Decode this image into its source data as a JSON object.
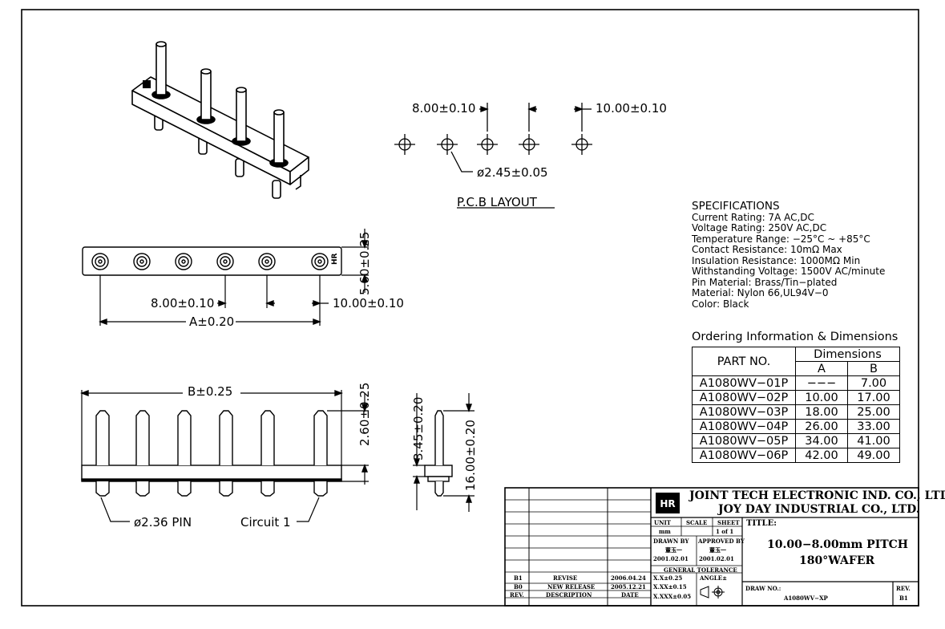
{
  "pcb_layout": {
    "title": "P.C.B LAYOUT",
    "dim_pitch_8": "8.00±0.10",
    "dim_pitch_10": "10.00±0.10",
    "dim_hole": "ø2.45±0.05"
  },
  "top_view": {
    "dim_pitch_8": "8.00±0.10",
    "dim_pitch_10": "10.00±0.10",
    "dim_a": "A±0.20",
    "dim_height": "5.60±0.25",
    "marking": "HR"
  },
  "front_view": {
    "dim_b": "B±0.25",
    "dim_top": "2.60±0.25",
    "dim_pin": "ø2.36 PIN",
    "circuit_label": "Circuit 1"
  },
  "side_view": {
    "dim_345": "3.45±0.20",
    "dim_1600": "16.00±0.20"
  },
  "specifications": {
    "title": "SPECIFICATIONS",
    "lines": [
      "Current Rating: 7A AC,DC",
      "Voltage Rating: 250V AC,DC",
      "Temperature Range: −25°C ~ +85°C",
      "Contact Resistance: 10mΩ Max",
      "Insulation Resistance: 1000MΩ Min",
      "Withstanding Voltage: 1500V AC/minute",
      "Pin Material: Brass/Tin−plated",
      "Material: Nylon 66,UL94V−0",
      "Color: Black"
    ]
  },
  "ordering": {
    "title": "Ordering Information & Dimensions",
    "col_part": "PART NO.",
    "col_dims": "Dimensions",
    "col_a": "A",
    "col_b": "B",
    "rows": [
      {
        "part": "A1080WV−01P",
        "a": "−−−",
        "b": "7.00"
      },
      {
        "part": "A1080WV−02P",
        "a": "10.00",
        "b": "17.00"
      },
      {
        "part": "A1080WV−03P",
        "a": "18.00",
        "b": "25.00"
      },
      {
        "part": "A1080WV−04P",
        "a": "26.00",
        "b": "33.00"
      },
      {
        "part": "A1080WV−05P",
        "a": "34.00",
        "b": "41.00"
      },
      {
        "part": "A1080WV−06P",
        "a": "42.00",
        "b": "49.00"
      }
    ]
  },
  "title_block": {
    "company1": "JOINT TECH ELECTRONIC IND. CO., LTD.",
    "company2": "JOY DAY INDUSTRIAL CO., LTD.",
    "unit_label": "UNIT",
    "unit_value": "mm",
    "scale_label": "SCALE",
    "sheet_label": "SHEET",
    "sheet_value": "1 of 1",
    "drawn_by_label": "DRAWN BY",
    "drawn_by_name": "董玉一",
    "drawn_date": "2001.02.01",
    "approved_by_label": "APPROVED BY",
    "approved_by_name": "董玉一",
    "approved_date": "2001.02.01",
    "general_tolerance": "GENERAL TOLERANCE",
    "tol1": "X.X±0.25",
    "tol2": "X.XX±0.15",
    "tol3": "X.XXX±0.05",
    "angle_label": "ANGLE±",
    "title_label": "TITLE:",
    "title_line1": "10.00−8.00mm PITCH",
    "title_line2": "180°WAFER",
    "drawing_no_label": "DRAW NO.:",
    "drawing_no": "A1080WV−XP",
    "rev_label": "REV.",
    "rev_value": "B1",
    "revisions": [
      {
        "rev": "B1",
        "desc": "REVISE",
        "date": "2006.04.24"
      },
      {
        "rev": "B0",
        "desc": "NEW RELEASE",
        "date": "2005.12.21"
      }
    ],
    "rev_header": {
      "rev": "REV.",
      "desc": "DESCRIPTION",
      "date": "DATE"
    }
  }
}
